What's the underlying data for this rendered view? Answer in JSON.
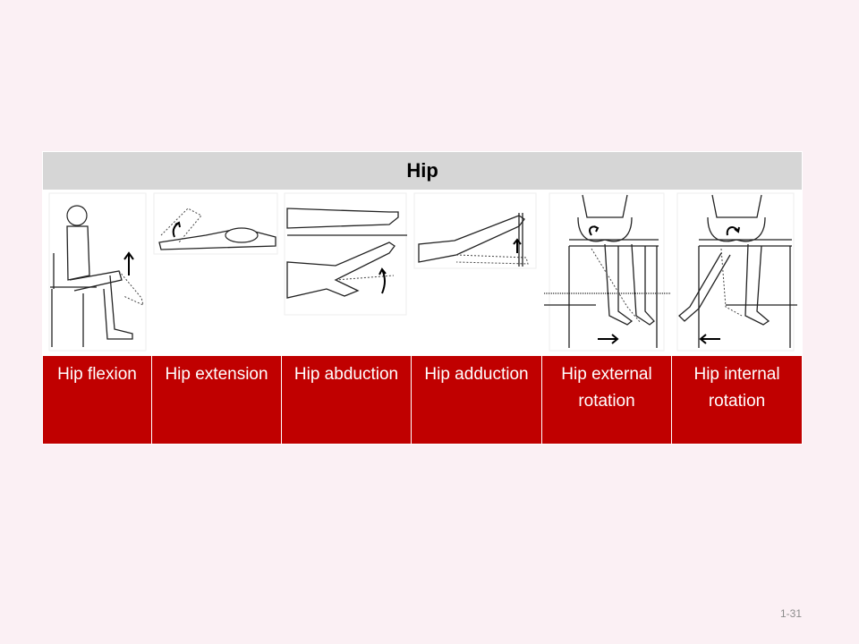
{
  "table": {
    "header": "Hip",
    "columns": [
      {
        "label": "Hip flexion",
        "illustration": "seated-hip-flexion-figure"
      },
      {
        "label": "Hip extension",
        "illustration": "prone-hip-extension-figure"
      },
      {
        "label": "Hip abduction",
        "illustration": "side-lying-hip-abduction-figure"
      },
      {
        "label": "Hip adduction",
        "illustration": "side-lying-hip-adduction-figure"
      },
      {
        "label": "Hip external rotation",
        "illustration": "seated-external-rotation-figure"
      },
      {
        "label": "Hip internal rotation",
        "illustration": "seated-internal-rotation-figure"
      }
    ]
  },
  "footer": {
    "page_number": "1-31"
  }
}
